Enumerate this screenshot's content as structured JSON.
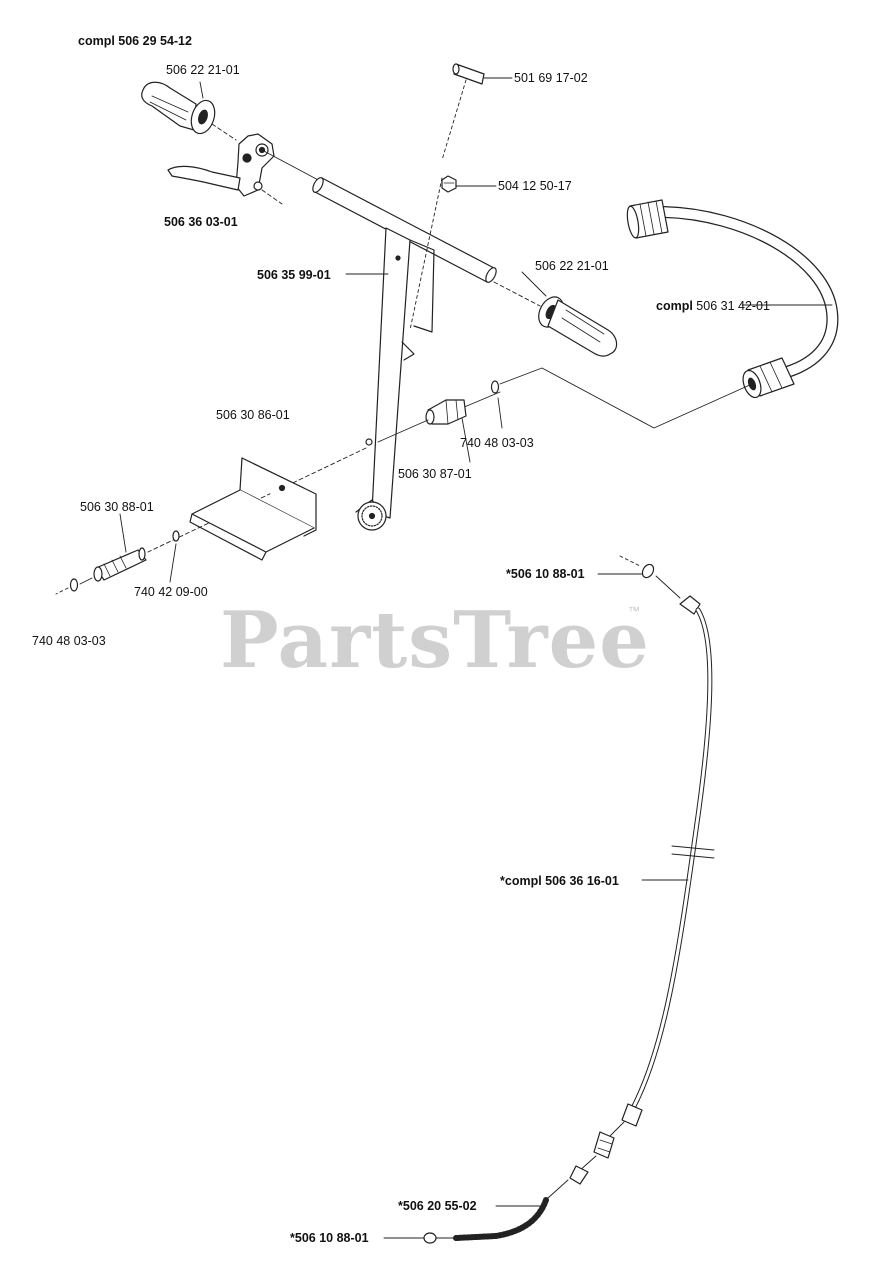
{
  "diagram": {
    "assembly_label": "compl 506 29 54-12",
    "watermark": "PartsTree",
    "watermark_mark": "™",
    "parts": [
      {
        "id": "grip-left",
        "label": "506 22 21-01",
        "bold": false
      },
      {
        "id": "cable-end-top",
        "label": "501 69 17-02",
        "bold": false
      },
      {
        "id": "nut-top",
        "label": "504 12 50-17",
        "bold": false
      },
      {
        "id": "lever-assembly",
        "label": "506 36 03-01",
        "bold": true
      },
      {
        "id": "grip-right",
        "label": "506 22 21-01",
        "bold": false
      },
      {
        "id": "handle-frame",
        "label": "506 35 99-01",
        "bold": true
      },
      {
        "id": "hose-assembly",
        "label": "compl 506 31 42-01",
        "bold": false,
        "bold_prefix": "compl"
      },
      {
        "id": "bracket",
        "label": "506 30 86-01",
        "bold": false
      },
      {
        "id": "washer-right",
        "label": "740 48 03-03",
        "bold": false
      },
      {
        "id": "coupling-nut",
        "label": "506 30 87-01",
        "bold": false
      },
      {
        "id": "fitting-left",
        "label": "506 30 88-01",
        "bold": false
      },
      {
        "id": "oring-left",
        "label": "740 42 09-00",
        "bold": false
      },
      {
        "id": "washer-left",
        "label": "740 48 03-03",
        "bold": false
      },
      {
        "id": "cable-end-upper",
        "label": "*506 10 88-01",
        "bold": true
      },
      {
        "id": "cable-assembly",
        "label": "*compl 506 36 16-01",
        "bold": true
      },
      {
        "id": "cable-spring",
        "label": "*506 20 55-02",
        "bold": true
      },
      {
        "id": "cable-end-lower",
        "label": "*506 10 88-01",
        "bold": true
      }
    ]
  }
}
